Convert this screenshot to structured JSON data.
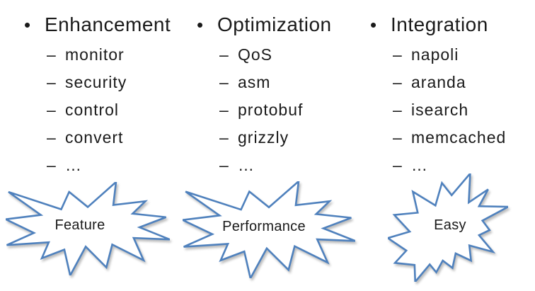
{
  "glyphs": {
    "bullet": "•",
    "dash": "–"
  },
  "colors": {
    "burst_stroke": "#4F81BD",
    "burst_fill": "#FFFFFF",
    "text": "#1A1A1A",
    "slide_bg": "#FFFFFF"
  },
  "columns": [
    {
      "title": "Enhancement",
      "items": [
        "monitor",
        "security",
        "control",
        "convert",
        "…"
      ]
    },
    {
      "title": "Optimization",
      "items": [
        "QoS",
        "asm",
        "protobuf",
        "grizzly",
        "…"
      ]
    },
    {
      "title": "Integration",
      "items": [
        "napoli",
        "aranda",
        "isearch",
        "memcached",
        "…"
      ]
    }
  ],
  "bursts": [
    {
      "label": "Feature"
    },
    {
      "label": "Performance"
    },
    {
      "label": "Easy"
    }
  ]
}
